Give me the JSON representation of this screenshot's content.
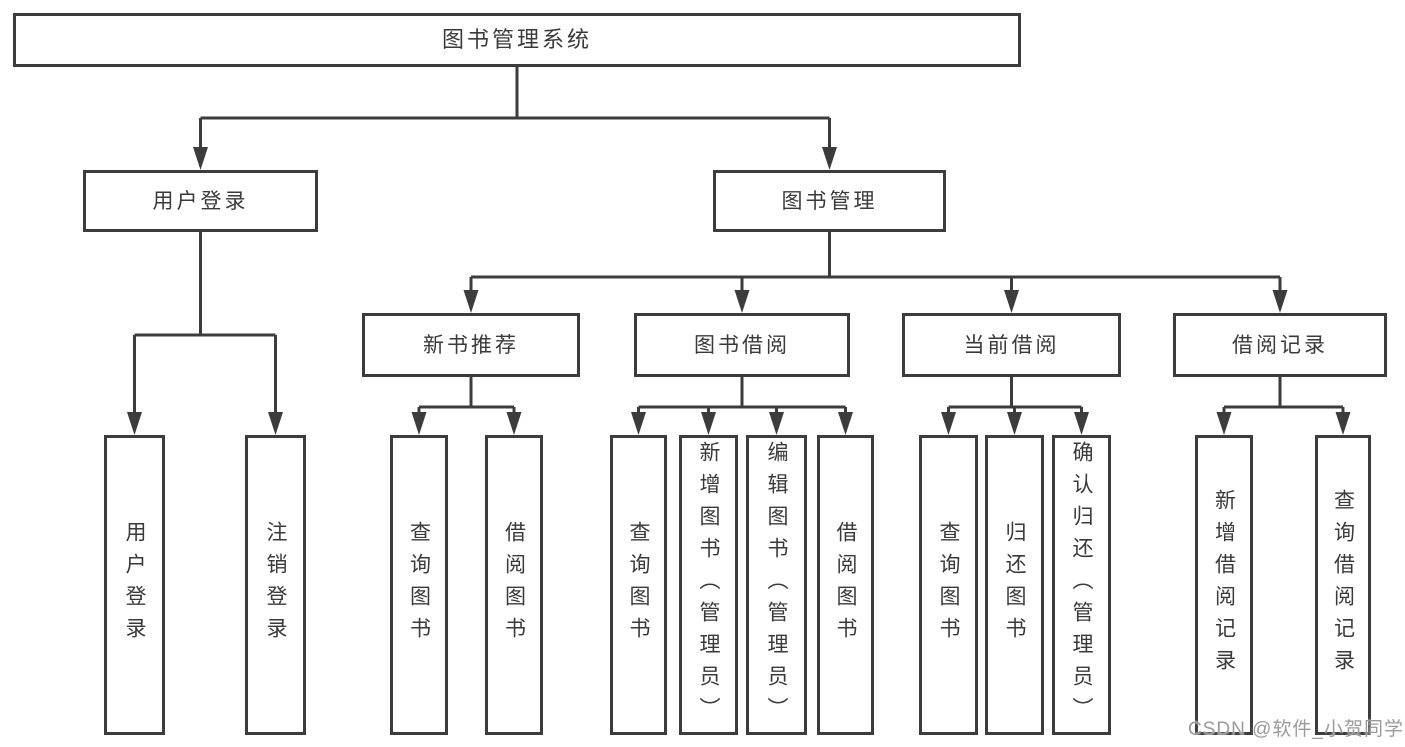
{
  "diagram": {
    "type": "hierarchy-tree",
    "colors": {
      "line": "#3c3c3c",
      "text": "#3a3a3a",
      "background": "#ffffff",
      "watermark": "#9b9b9b"
    },
    "watermark": {
      "text": "CSDN @软件_小贺同学"
    }
  },
  "nodes": {
    "root": {
      "label": "图书管理系统"
    },
    "level2": [
      {
        "label": "用户登录"
      },
      {
        "label": "图书管理"
      }
    ],
    "level3": [
      {
        "label": "新书推荐",
        "parent": "图书管理"
      },
      {
        "label": "图书借阅",
        "parent": "图书管理"
      },
      {
        "label": "当前借阅",
        "parent": "图书管理"
      },
      {
        "label": "借阅记录",
        "parent": "图书管理"
      }
    ],
    "leaves": [
      {
        "label": "用户登录",
        "parent": "用户登录"
      },
      {
        "label": "注销登录",
        "parent": "用户登录"
      },
      {
        "label": "查询图书",
        "parent": "新书推荐"
      },
      {
        "label": "借阅图书",
        "parent": "新书推荐"
      },
      {
        "label": "查询图书",
        "parent": "图书借阅"
      },
      {
        "label": "新增图书（管理员）",
        "parent": "图书借阅"
      },
      {
        "label": "编辑图书（管理员）",
        "parent": "图书借阅"
      },
      {
        "label": "借阅图书",
        "parent": "图书借阅"
      },
      {
        "label": "查询图书",
        "parent": "当前借阅"
      },
      {
        "label": "归还图书",
        "parent": "当前借阅"
      },
      {
        "label": "确认归还（管理员）",
        "parent": "当前借阅"
      },
      {
        "label": "新增借阅记录",
        "parent": "借阅记录"
      },
      {
        "label": "查询借阅记录",
        "parent": "借阅记录"
      }
    ]
  },
  "hierarchy": {
    "图书管理系统": {
      "用户登录": [
        "用户登录",
        "注销登录"
      ],
      "图书管理": {
        "新书推荐": [
          "查询图书",
          "借阅图书"
        ],
        "图书借阅": [
          "查询图书",
          "新增图书（管理员）",
          "编辑图书（管理员）",
          "借阅图书"
        ],
        "当前借阅": [
          "查询图书",
          "归还图书",
          "确认归还（管理员）"
        ],
        "借阅记录": [
          "新增借阅记录",
          "查询借阅记录"
        ]
      }
    }
  }
}
